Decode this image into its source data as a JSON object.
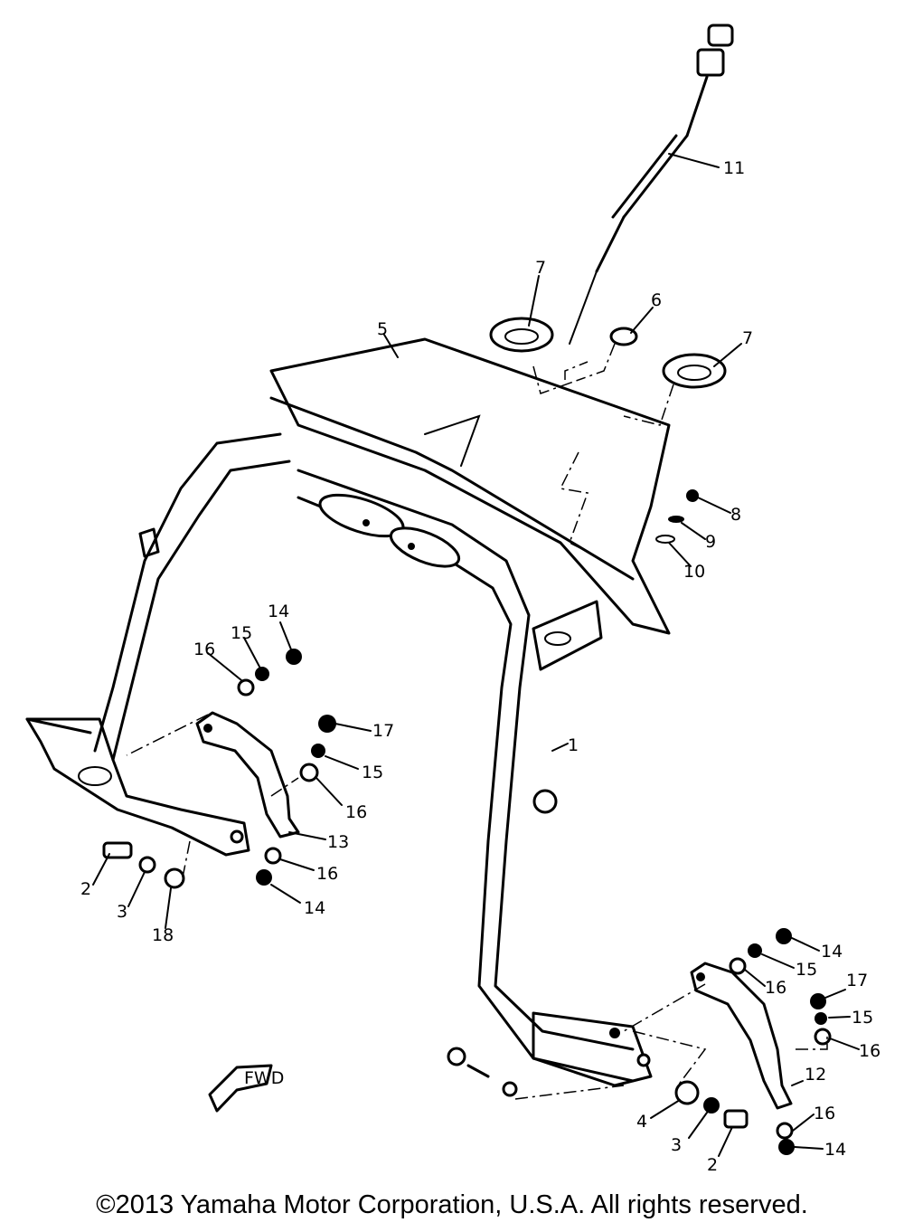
{
  "callouts": {
    "c1": "1",
    "c2a": "2",
    "c2b": "2",
    "c3a": "3",
    "c3b": "3",
    "c4": "4",
    "c5": "5",
    "c6": "6",
    "c7a": "7",
    "c7b": "7",
    "c8": "8",
    "c9": "9",
    "c10": "10",
    "c11": "11",
    "c12": "12",
    "c13": "13",
    "c14a": "14",
    "c14b": "14",
    "c14c": "14",
    "c14d": "14",
    "c15a": "15",
    "c15b": "15",
    "c15c": "15",
    "c15d": "15",
    "c16a": "16",
    "c16b": "16",
    "c16c": "16",
    "c16d": "16",
    "c16e": "16",
    "c16f": "16",
    "c17a": "17",
    "c17b": "17",
    "c18": "18"
  },
  "fwd_label": "FWD",
  "footer": {
    "copyright": "©2013 Yamaha Motor Corporation, U.S.A. All rights reserved."
  }
}
